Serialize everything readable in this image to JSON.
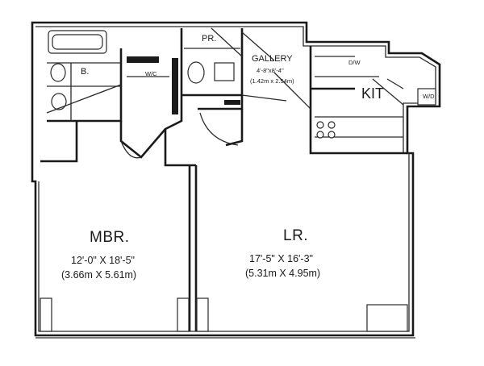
{
  "rooms": {
    "mbr": {
      "name": "MBR.",
      "dim_imperial": "12'-0\" X 18'-5\"",
      "dim_metric": "(3.66m X 5.61m)"
    },
    "lr": {
      "name": "LR.",
      "dim_imperial": "17'-5\" X 16'-3\"",
      "dim_metric": "(5.31m X 4.95m)"
    },
    "gallery": {
      "name": "GALLERY",
      "dim_imperial": "4'-8\"x8'-4\"",
      "dim_metric": "(1.42m x 2.54m)"
    },
    "kit": {
      "name": "KIT"
    },
    "bath": {
      "name": "B."
    },
    "powder": {
      "name": "PR."
    },
    "wic": {
      "name": "W/C"
    },
    "dw": {
      "name": "D/W"
    },
    "wd": {
      "name": "W/D"
    }
  }
}
